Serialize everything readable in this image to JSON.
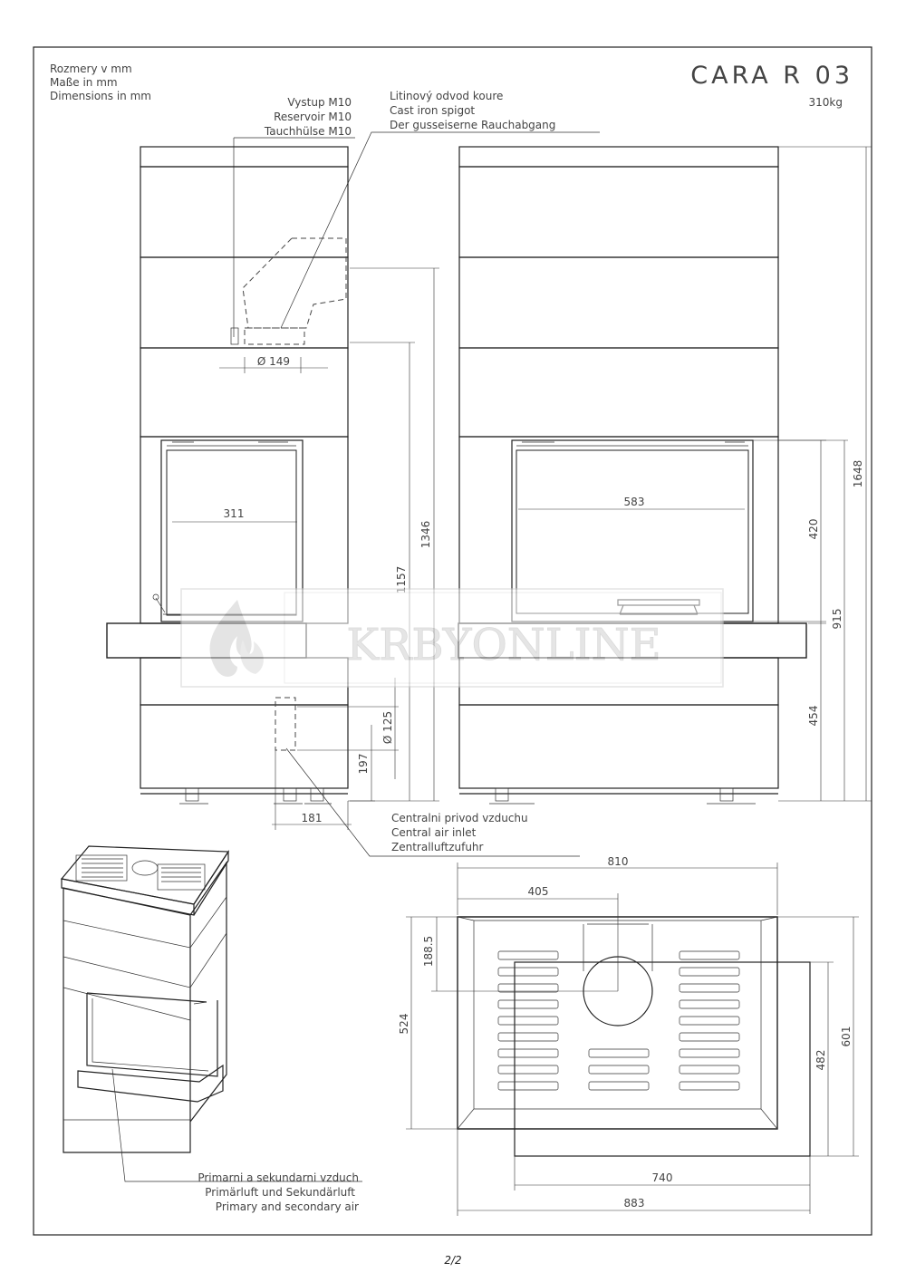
{
  "header": {
    "units": [
      "Rozmery v mm",
      "Maße in mm",
      "Dimensions in mm"
    ],
    "model": "CARA R 03",
    "weight": "310kg"
  },
  "callouts": {
    "outlet": [
      "Vystup M10",
      "Reservoir M10",
      "Tauchhülse M10"
    ],
    "spigot": [
      "Litinový odvod koure",
      "Cast iron spigot",
      "Der gusseiserne Rauchabgang"
    ],
    "central_air": [
      "Centralni privod vzduchu",
      "Central air inlet",
      "Zentralluftzufuhr"
    ],
    "primary_air": [
      "Primarni a sekundarni vzduch",
      "Primärluft und Sekundärluft",
      "Primary and secondary air"
    ]
  },
  "dimensions": {
    "d149": "Ø 149",
    "w311": "311",
    "w583": "583",
    "h1157": "1157",
    "h1346": "1346",
    "d125": "Ø 125",
    "h197": "197",
    "w181": "181",
    "h420": "420",
    "h915": "915",
    "h454": "454",
    "h1648": "1648",
    "w810": "810",
    "w405": "405",
    "h188_5": "188.5",
    "h524": "524",
    "h482": "482",
    "h601": "601",
    "w740": "740",
    "w883": "883"
  },
  "watermark": "KRBYONLINE",
  "page_number": "2/2"
}
